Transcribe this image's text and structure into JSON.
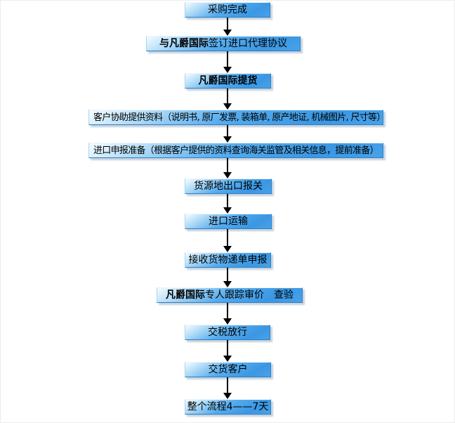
{
  "diagram": {
    "type": "flowchart",
    "direction": "top-down",
    "box_fill_color": "#47A2E9",
    "box_border_color": "#2E7FC4",
    "shadow_color": "#9CB2C6",
    "arrow_color": "#000000",
    "text_color": "#000000",
    "nodes": [
      {
        "id": "step-1",
        "bold": "",
        "text": "采购完成"
      },
      {
        "id": "step-2",
        "bold": "与凡爵国际",
        "text": "签订进口代理协议"
      },
      {
        "id": "step-3",
        "bold": "凡爵国际提货",
        "text": ""
      },
      {
        "id": "step-4",
        "bold": "",
        "text": "客户协助提供资料（说明书, 原厂发票, 装箱单, 原产地证, 机械图片, 尺寸等）"
      },
      {
        "id": "step-5",
        "bold": "",
        "text": "进口申报准备（根据客户提供的资料查询海关监管及相关信息，提前准备）"
      },
      {
        "id": "step-6",
        "bold": "",
        "text": "货源地出口报关"
      },
      {
        "id": "step-7",
        "bold": "",
        "text": "进口运输"
      },
      {
        "id": "step-8",
        "bold": "",
        "text": "接收货物递单申报"
      },
      {
        "id": "step-9",
        "bold": "凡爵国际",
        "text": "专人跟踪审价　查验"
      },
      {
        "id": "step-10",
        "bold": "",
        "text": "交税放行"
      },
      {
        "id": "step-11",
        "bold": "",
        "text": "交货客户"
      },
      {
        "id": "step-12",
        "bold": "",
        "text": "整个流程4——7天"
      }
    ]
  }
}
